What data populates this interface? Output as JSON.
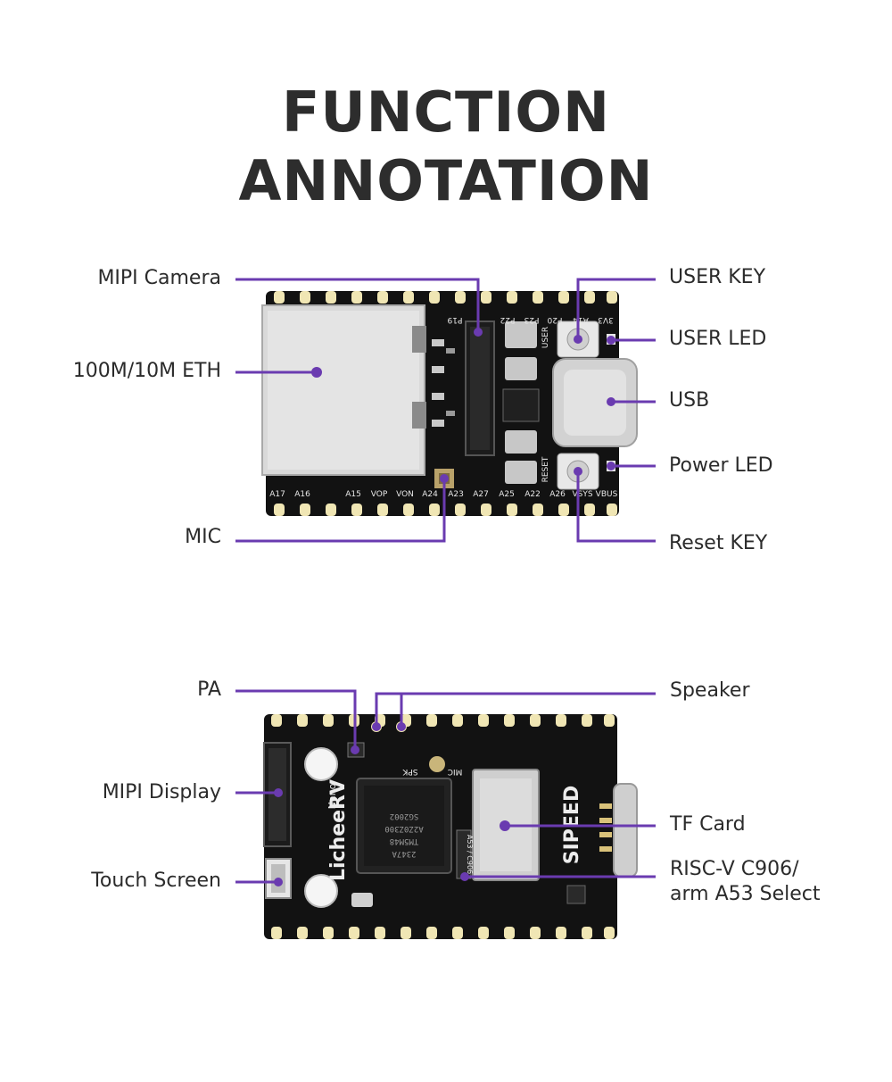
{
  "title": {
    "line1": "FUNCTION",
    "line2": "ANNOTATION"
  },
  "colors": {
    "accent": "#6a3bb0",
    "board": "#111111",
    "pad": "#f0e6b4",
    "metal": "#d8d8d8"
  },
  "top_board": {
    "left_labels": {
      "camera": "MIPI Camera",
      "eth": "100M/10M ETH",
      "mic": "MIC"
    },
    "right_labels": {
      "user_key": "USER KEY",
      "user_led": "USER LED",
      "usb": "USB",
      "power_led": "Power LED",
      "reset_key": "Reset KEY"
    },
    "silkscreen_top": [
      "P19",
      "P22",
      "P23",
      "P20",
      "A14",
      "3V3"
    ],
    "silkscreen_bottom": [
      "A17",
      "A16",
      "A15",
      "VOP",
      "VON",
      "A24",
      "A23",
      "A27",
      "A25",
      "A22",
      "A26",
      "VSYS",
      "VBUS"
    ],
    "silk_user": "USER",
    "silk_reset": "RESET"
  },
  "bottom_board": {
    "left_labels": {
      "pa": "PA",
      "display": "MIPI Display",
      "touch": "Touch Screen"
    },
    "right_labels": {
      "speaker": "Speaker",
      "tf": "TF Card",
      "riscv_line1": "RISC-V C906/",
      "riscv_line2": "arm A53 Select"
    },
    "brand": "LicheeRV",
    "brand_sub": "Nano",
    "logo": "SIPEED",
    "chip_text": [
      "SG2002",
      "A2Z0Z300",
      "TM5M48",
      "2347A"
    ],
    "silk_spk": "SPK",
    "silk_mic": "MIC",
    "silk_select": "A53 / C906"
  }
}
